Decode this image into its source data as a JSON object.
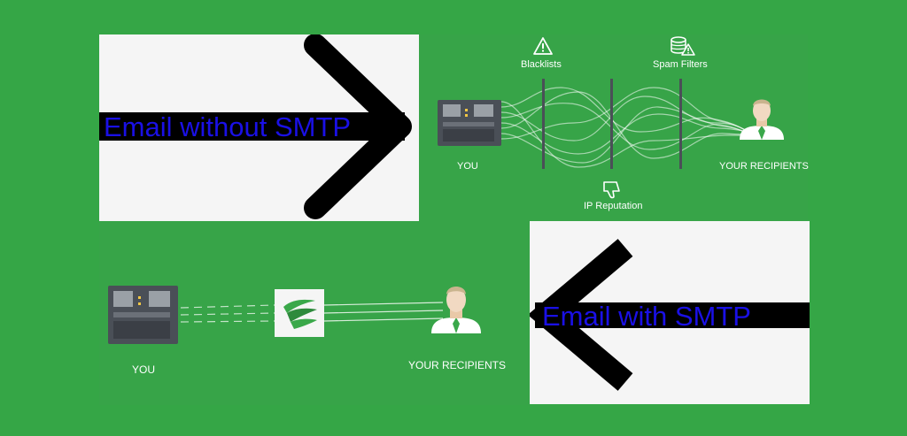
{
  "top": {
    "banner": "Email without SMTP",
    "labels": {
      "blacklists": "Blacklists",
      "spam_filters": "Spam Filters",
      "ip_reputation": "IP Reputation",
      "you": "YOU",
      "recipients": "YOUR RECIPIENTS"
    }
  },
  "bottom": {
    "banner": "Email with SMTP",
    "labels": {
      "you": "YOU",
      "recipients": "YOUR RECIPIENTS"
    }
  },
  "colors": {
    "background": "#35a646",
    "diagram_bg": "#37a448",
    "banner_panel": "#f5f5f5",
    "banner_text": "#1a10e6",
    "arrow": "#000000",
    "server": "#4a4f57",
    "person_shirt": "#ffffff",
    "person_tie": "#3aa84a",
    "person_head": "#f1d9c2"
  },
  "icons": {
    "warning": "warning-icon",
    "spam_filter": "database-warning-icon",
    "thumbs_down": "thumbs-down-icon",
    "server": "server-icon",
    "person": "person-icon",
    "smtp_logo": "wing-logo-icon"
  }
}
